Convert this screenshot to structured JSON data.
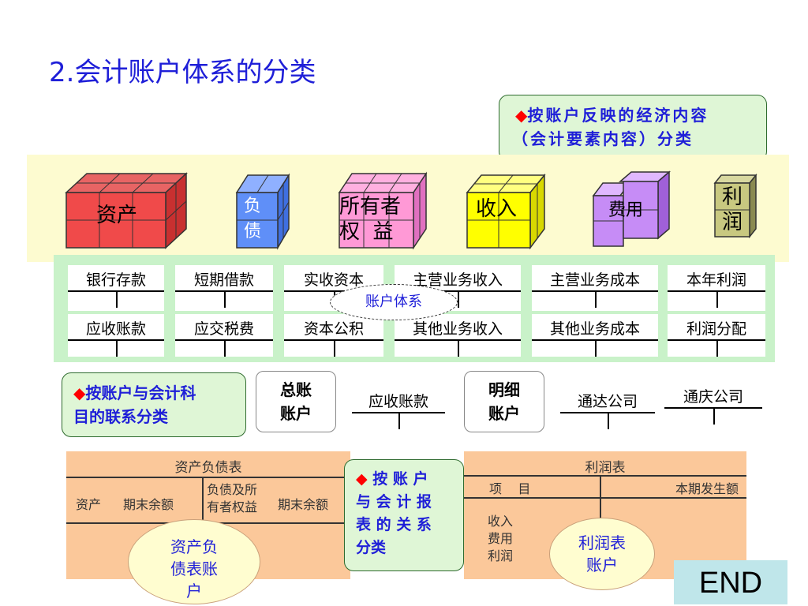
{
  "title": "2.会计账户体系的分类",
  "callout_top": {
    "diamond": "◆",
    "line1": "按账户反映的经济内容",
    "line2": "（会计要素内容）分类"
  },
  "elements": {
    "assets": "资产",
    "liab_1": "负",
    "liab_2": "债",
    "equity_1": "所有者",
    "equity_2": "权  益",
    "revenue": "收入",
    "expense": "费用",
    "profit_1": "利",
    "profit_2": "润"
  },
  "accounts_row1": [
    "银行存款",
    "短期借款",
    "实收资本",
    "主营业务收入",
    "主营业务成本",
    "本年利润"
  ],
  "accounts_row2": [
    "应收账款",
    "应交税费",
    "资本公积",
    "其他业务收入",
    "其他业务成本",
    "利润分配"
  ],
  "account_system_label": "账户体系",
  "callout_mid": {
    "diamond": "◆",
    "line1": "按账户与会计科",
    "line2": "目的联系分类"
  },
  "general_ledger": {
    "line1": "总账",
    "line2": "账户",
    "example": "应收账款"
  },
  "subsidiary_ledger": {
    "line1": "明细",
    "line2": "账户",
    "example1": "通达公司",
    "example2": "通庆公司"
  },
  "balance_sheet": {
    "title": "资产负债表",
    "col_assets": "资产",
    "col_end_balance": "期末余额",
    "col_liab_1": "负债及所",
    "col_liab_2": "有者权益",
    "col_end_balance_2": "期末余额",
    "ellipse_1": "资产负",
    "ellipse_2": "债表账",
    "ellipse_3": "户"
  },
  "callout_bottom": {
    "diamond": "◆",
    "line1": "按 账 户",
    "line2": "与 会 计 报",
    "line3": "表 的 关 系",
    "line4": "分类"
  },
  "income_statement": {
    "title": "利润表",
    "col_item": "项    目",
    "col_amount": "本期发生额",
    "row1": "收入",
    "row2": "费用",
    "row3": "利润",
    "ellipse_1": "利润表",
    "ellipse_2": "账户"
  },
  "end_label": "END"
}
